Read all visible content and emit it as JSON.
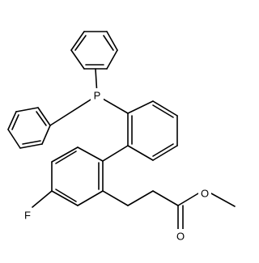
{
  "molecule": {
    "atoms": {
      "phosphorus": "P",
      "fluorine": "F",
      "ether_oxygen": "O",
      "carbonyl_oxygen": "O"
    },
    "colors": {
      "bond": "#000000",
      "background": "#ffffff"
    }
  }
}
